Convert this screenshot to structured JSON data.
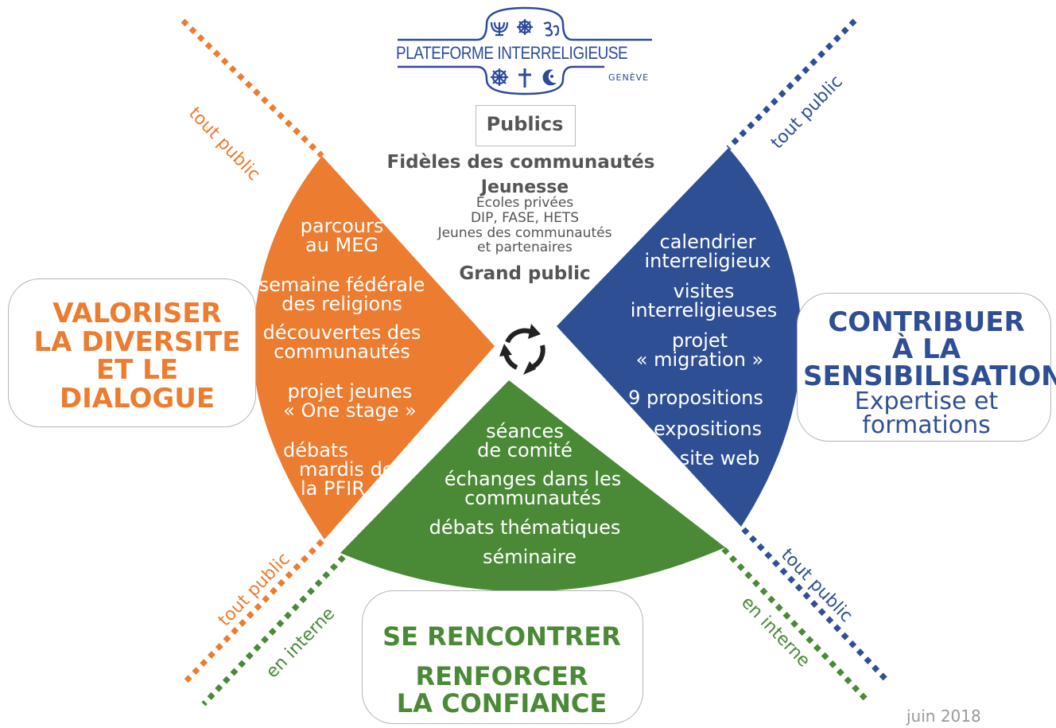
{
  "logo": {
    "line1": "PLATEFORME INTERRELIGIEUSE",
    "line2": "GENÈVE"
  },
  "publics": {
    "heading": "Publics",
    "line1": "Fidèles des communautés",
    "line2": "Jeunesse",
    "line3": "Écoles privées",
    "line4": "DIP, FASE, HETS",
    "line5": "Jeunes des communautés",
    "line6": "et partenaires",
    "line7": "Grand public"
  },
  "left": {
    "title_lines": [
      "VALORISER",
      "LA DIVERSITE",
      "ET LE",
      "DIALOGUE"
    ],
    "items": [
      [
        "parcours",
        "au MEG"
      ],
      [
        "semaine fédérale",
        "des religions"
      ],
      [
        "découvertes des",
        "communautés"
      ],
      [
        "projet jeunes",
        "« One stage »"
      ],
      [
        "débats",
        "mardis de",
        "la PFIR"
      ]
    ]
  },
  "right": {
    "title_lines": [
      "CONTRIBUER",
      "À LA",
      "SENSIBILISATION"
    ],
    "subtitle_lines": [
      "Expertise et",
      "formations"
    ],
    "items": [
      [
        "calendrier",
        "interreligieux"
      ],
      [
        "visites",
        "interreligieuses"
      ],
      [
        "projet",
        "« migration »"
      ],
      [
        "9 propositions"
      ],
      [
        "expositions"
      ],
      [
        "site web"
      ]
    ]
  },
  "bottom": {
    "title_lines": [
      "SE RENCONTRER",
      "RENFORCER",
      "LA CONFIANCE"
    ],
    "items": [
      [
        "séances",
        "de comité"
      ],
      [
        "échanges dans les",
        "communautés"
      ],
      [
        "débats thématiques"
      ],
      [
        "séminaire"
      ]
    ]
  },
  "axis_labels": {
    "tout_public": "tout public",
    "en_interne": "en interne"
  },
  "date": "juin 2018",
  "colors": {
    "orange": "#ec7c30",
    "blue": "#2f4f95",
    "green": "#4a8a36",
    "logo_blue": "#2d4a9a"
  },
  "icons": {
    "cycle": "refresh-cycle-icon",
    "logo_symbols": [
      "menorah-icon",
      "dharma-wheel-icon",
      "om-icon",
      "bahai-wheel-icon",
      "cross-icon",
      "crescent-icon"
    ]
  }
}
